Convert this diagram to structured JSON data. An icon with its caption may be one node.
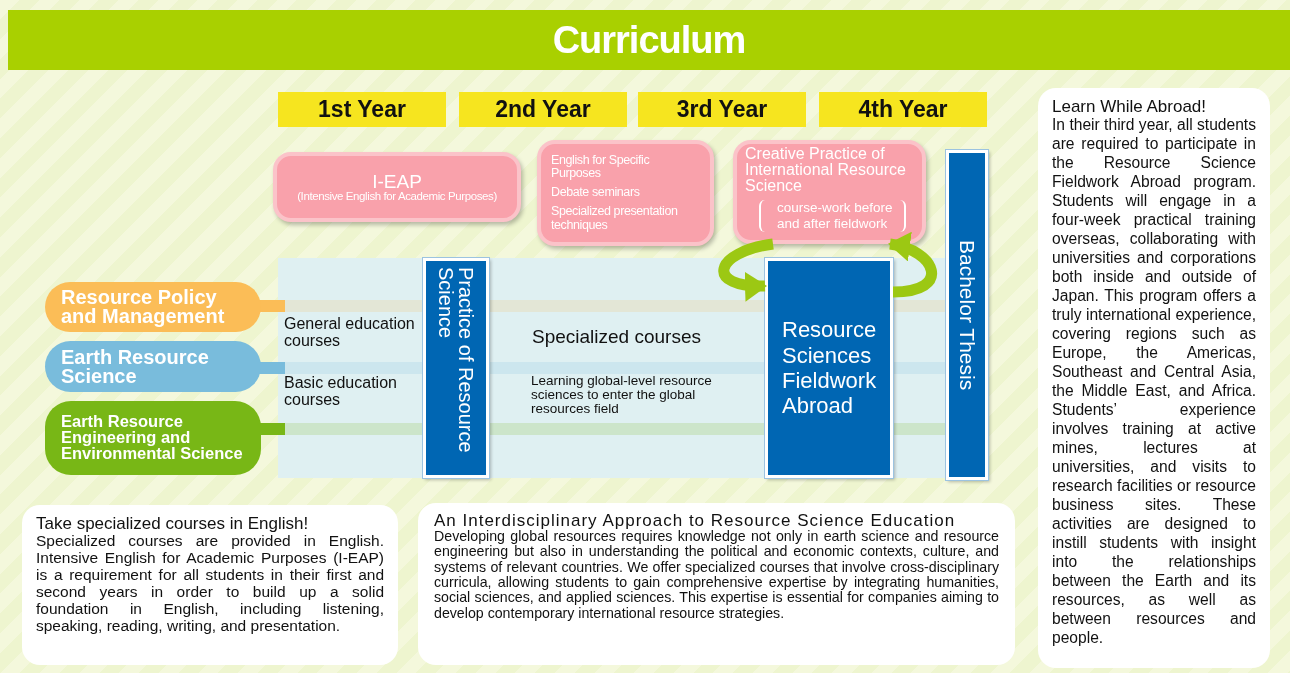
{
  "diagram": {
    "title": "Curriculum",
    "nodes": [
      {
        "text": [
          "1st Year"
        ]
      },
      {
        "text": [
          "2nd Year"
        ]
      },
      {
        "text": [
          "3rd Year"
        ]
      },
      {
        "text": [
          "4th Year"
        ]
      },
      {
        "text": [
          "I-EAP",
          "(Intensive English for Academic Purposes)"
        ]
      },
      {
        "text": [
          "English for Specific Purposes",
          "Debate seminars",
          "Specialized presentation techniques"
        ]
      },
      {
        "text": [
          "Creative Practice of International Resource Science",
          "course-work before and after fieldwork"
        ]
      },
      {
        "text": [
          "Bachelor Thesis"
        ]
      },
      {
        "text": [
          "Resource Policy and Management"
        ]
      },
      {
        "text": [
          "Earth Resource Science"
        ]
      },
      {
        "text": [
          "Earth Resource Engineering and Environmental Science"
        ]
      },
      {
        "text": [
          "Practice of Resource Science"
        ]
      },
      {
        "text": [
          "Resource Sciences Fieldwork Abroad"
        ]
      },
      {
        "text": [
          "Take specialized courses in English!",
          "Specialized courses are provided in English. Intensive English for Academic Purposes (I-EAP) is a requirement for all students in their first and second years in order to build up a solid foundation in English, including listening, speaking, reading, writing, and presentation."
        ]
      },
      {
        "text": [
          "An Interdisciplinary Approach to Resource Science Education",
          "Developing global resources requires knowledge not only in earth science and resource engineering but also in understanding the political and economic contexts, culture, and systems of relevant countries. We offer specialized courses that involve cross-disciplinary curricula, allowing students to gain comprehensive expertise by integrating humanities, social sciences, and applied sciences. This expertise is essential for companies aiming to develop contemporary international resource strategies."
        ]
      },
      {
        "text": [
          "Learn While Abroad!",
          "In their third year, all students are required to participate in the Resource Science Fieldwork Abroad program. Students will engage in a four-week practical training overseas, collaborating with universities and corporations both inside and outside of Japan. This program offers a truly international experience, covering regions such as Europe, the Americas, Southeast and Central Asia, the Middle East, and Africa. Students’ experience involves training at active mines, lectures at universities, and visits to research facilities or resource business sites. These activities are designed to instill students with insight into the relationships between the Earth and its resources, as well as between resources and people."
        ]
      }
    ],
    "edges": [
      {
        "from": 6,
        "to": 12,
        "arrow": "to"
      },
      {
        "from": 12,
        "to": 6,
        "arrow": "to"
      }
    ],
    "labels": [
      "General education courses",
      "Basic education courses",
      "Specialized courses",
      "Learning global-level resource sciences to enter the global resources field"
    ]
  }
}
